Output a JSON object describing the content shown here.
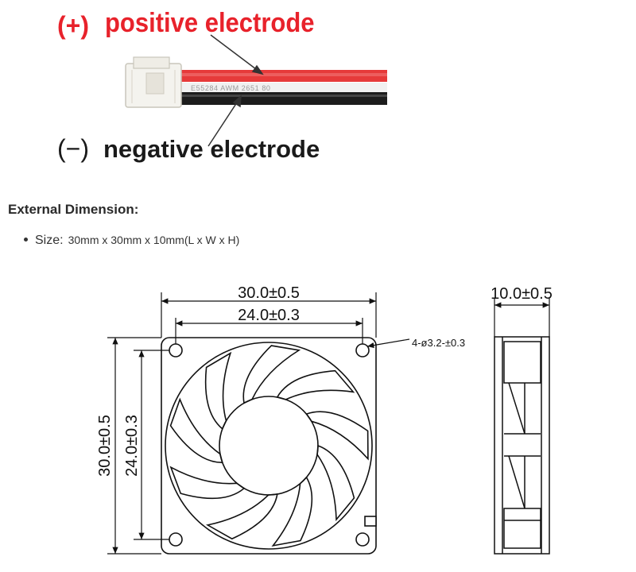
{
  "wiring": {
    "positive_sign": "(+)",
    "positive_text": "positive electrode",
    "negative_sign": "(−)",
    "negative_text": "negative electrode",
    "cable_print": "E55284 AWM 2651 80"
  },
  "section": {
    "heading": "External Dimension:",
    "size_label": "Size:",
    "size_value": "30mm x 30mm x 10mm(L x W x H)"
  },
  "drawing": {
    "overall_width": "30.0±0.5",
    "hole_spacing_width": "24.0±0.3",
    "overall_height": "30.0±0.5",
    "hole_spacing_height": "24.0±0.3",
    "thickness": "10.0±0.5",
    "hole_note": "4-ø3.2-±0.3"
  },
  "colors": {
    "positive_label": "#e8222b",
    "negative_label": "#1a1a1a",
    "red_wire": "#e63a3a",
    "black_wire": "#1c1c1c"
  }
}
